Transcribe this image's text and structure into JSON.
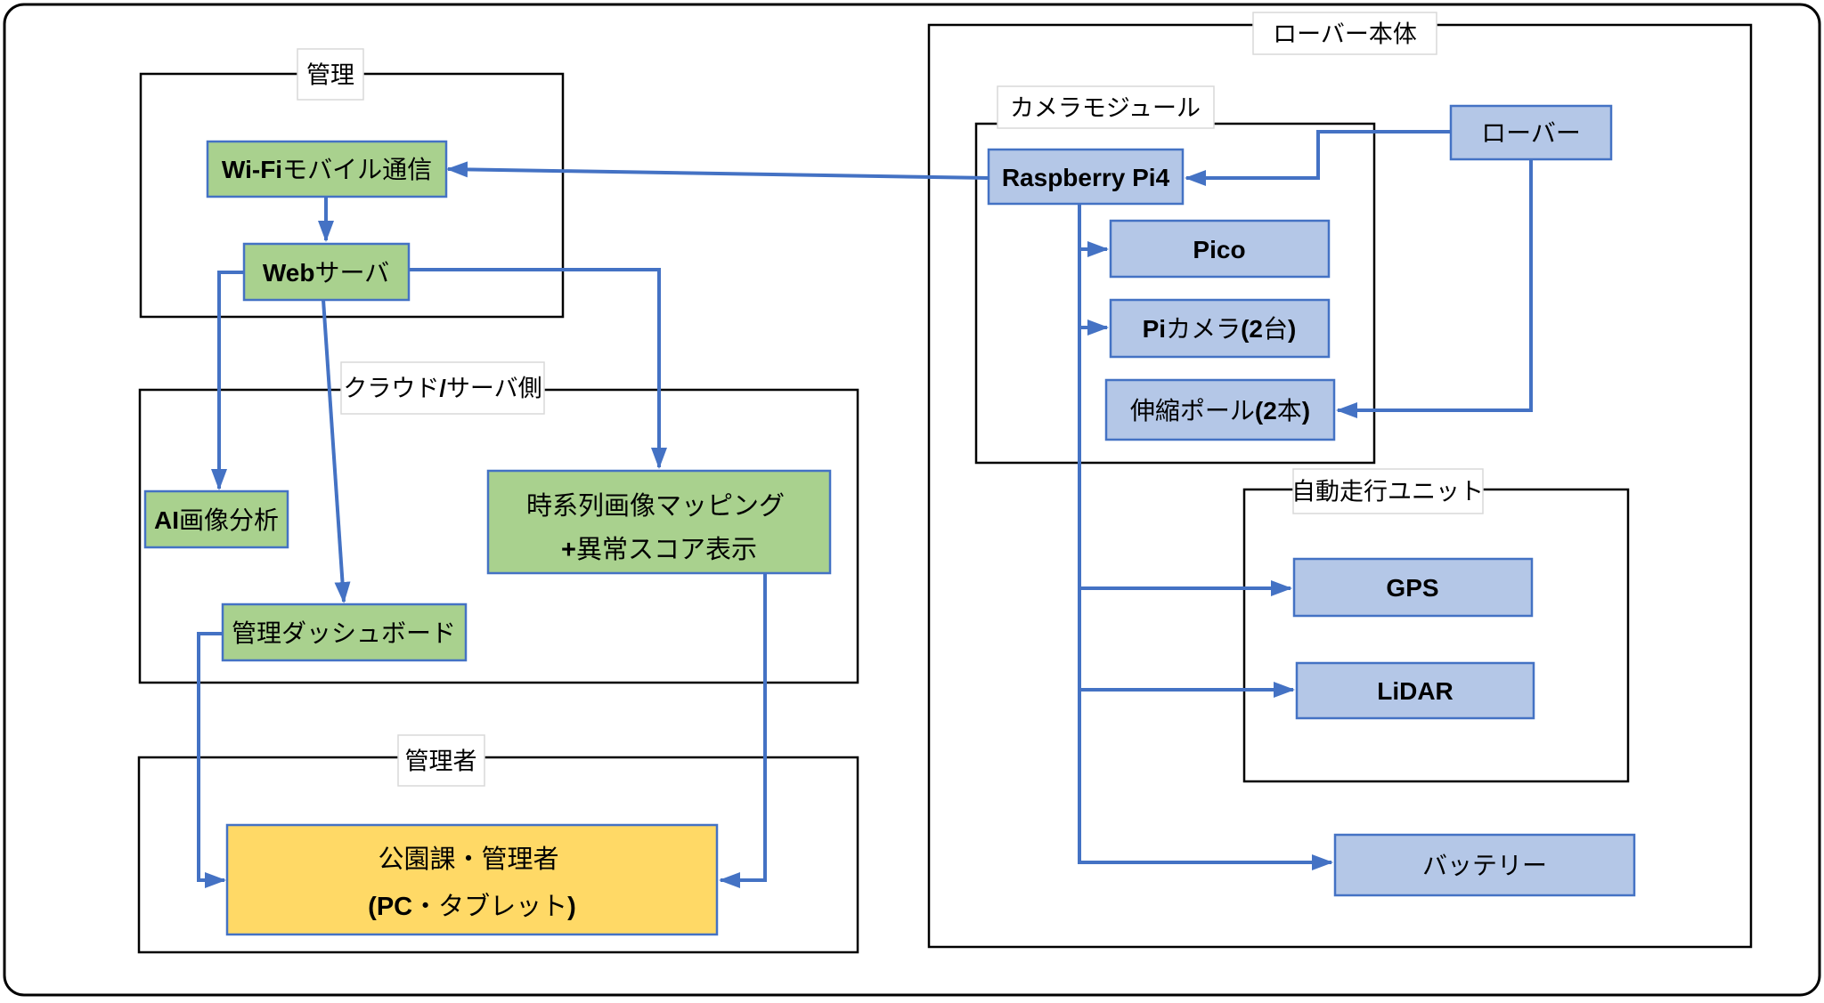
{
  "colors": {
    "background": "#FFFFFF",
    "node_green": "#A9D18E",
    "node_blue": "#B4C7E7",
    "node_yellow": "#FFD966",
    "node_border": "#4472C4",
    "edge": "#4472C4",
    "group_border": "#000000",
    "frame_border": "#000000",
    "label_box_fill": "#FFFFFF",
    "label_box_border": "#D9D9D9",
    "text": "#000000"
  },
  "groups": {
    "management": {
      "label": "管理"
    },
    "cloud": {
      "label": "クラウド/サーバ側"
    },
    "admin": {
      "label": "管理者"
    },
    "rover_body": {
      "label": "ローバー本体"
    },
    "camera_module": {
      "label": "カメラモジュール"
    },
    "autonomous_unit": {
      "label": "自動走行ユニット"
    }
  },
  "nodes": {
    "wifi": {
      "label": "Wi-Fiモバイル通信"
    },
    "web_server": {
      "label": "Webサーバ"
    },
    "ai_analysis": {
      "label": "AI画像分析"
    },
    "timeseries": {
      "line1": "時系列画像マッピング",
      "line2": "+異常スコア表示"
    },
    "dashboard": {
      "label": "管理ダッシュボード"
    },
    "parks_admin": {
      "line1": "公園課・管理者",
      "line2": "(PC・タブレット)"
    },
    "raspberry_pi4": {
      "label": "Raspberry Pi4"
    },
    "pico": {
      "label": "Pico"
    },
    "pi_camera": {
      "label": "Piカメラ(2台)"
    },
    "telescopic_pole": {
      "label": "伸縮ポール(2本)"
    },
    "rover": {
      "label": "ローバー"
    },
    "gps": {
      "label": "GPS"
    },
    "lidar": {
      "label": "LiDAR"
    },
    "battery": {
      "label": "バッテリー"
    }
  }
}
